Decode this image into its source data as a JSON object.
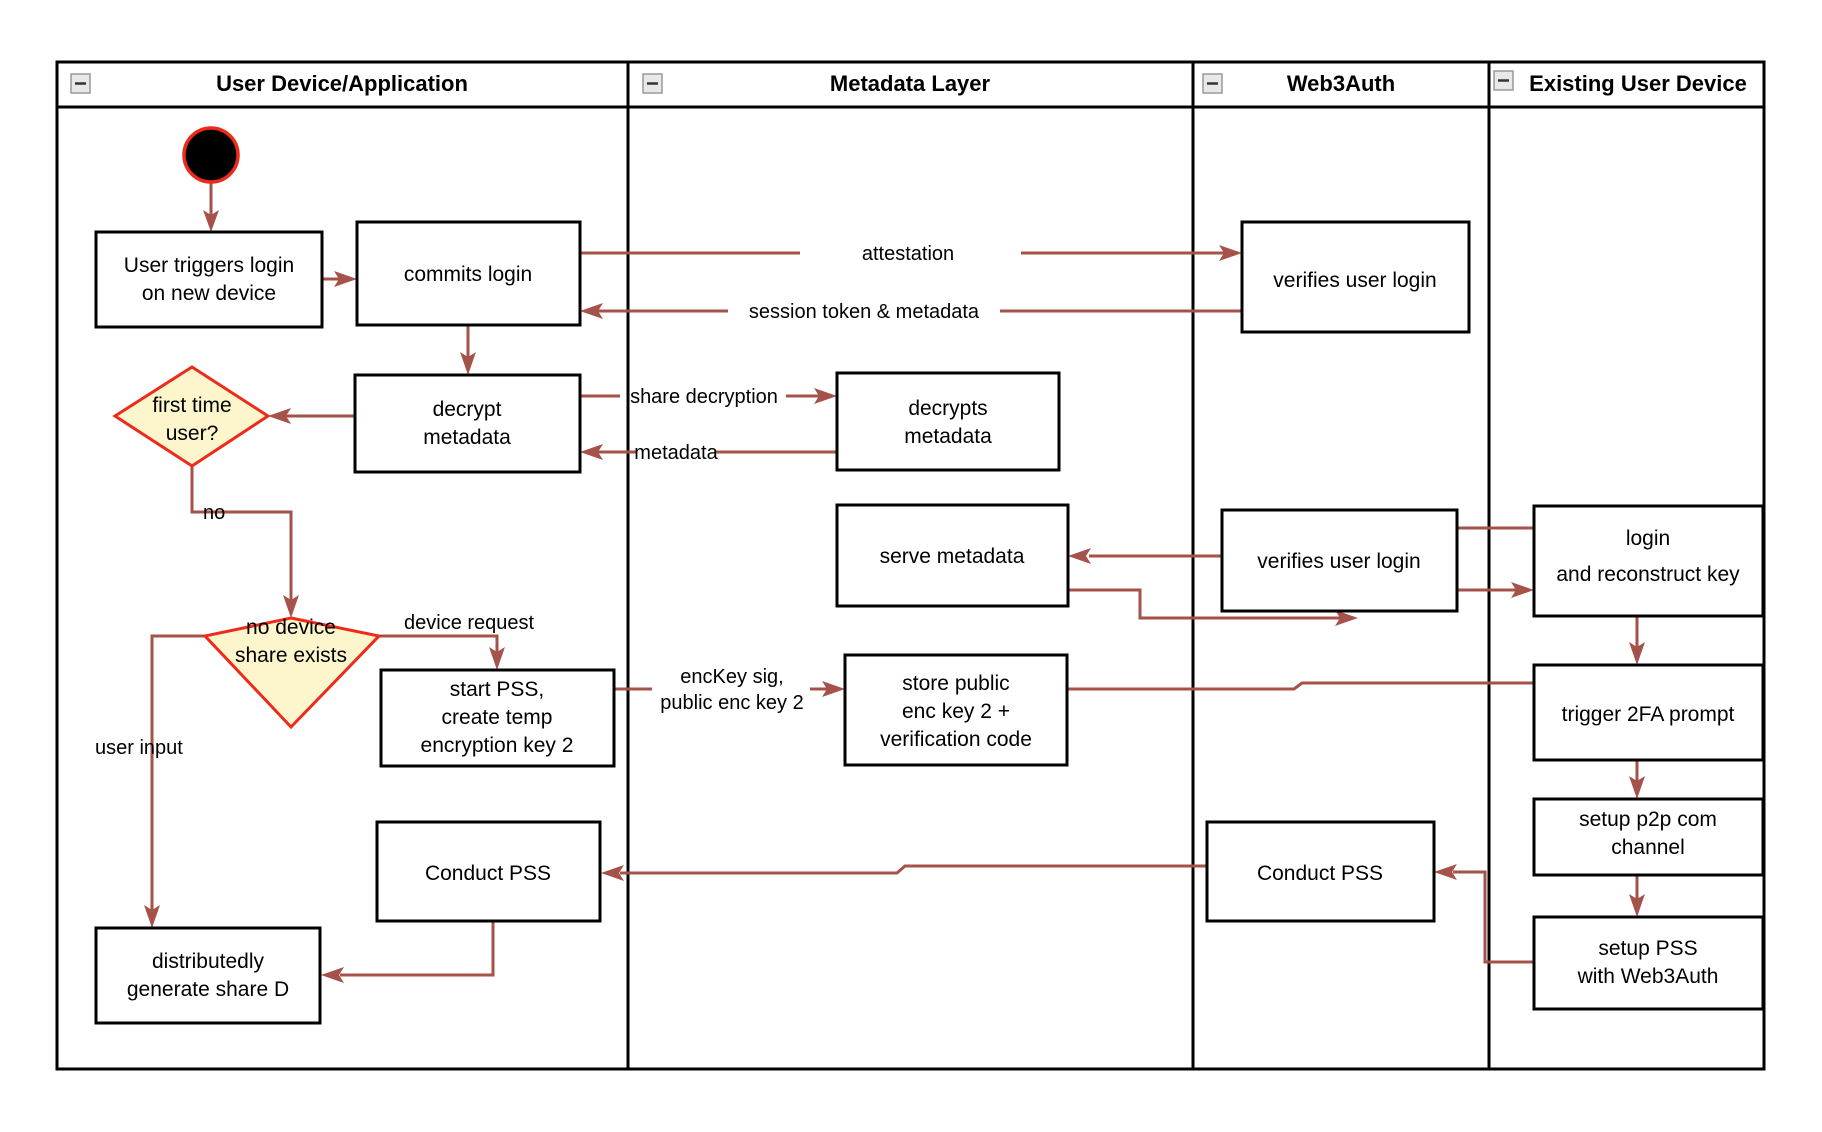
{
  "diagram": {
    "type": "swimlane-activity-flowchart",
    "title": "Web3Auth new device login and PSS flow",
    "colors": {
      "edge": "#a5524a",
      "node_border": "#000000",
      "node_fill": "#ffffff",
      "decision_fill": "#fdf6cc",
      "decision_border": "#ec2b1a",
      "start_fill": "#000000",
      "start_border": "#ec2b1a",
      "lane_border": "#000000",
      "background": "#ffffff"
    },
    "lanes": [
      {
        "id": "lane-user-device",
        "label": "User Device/Application",
        "collapse_icon": "minus-icon"
      },
      {
        "id": "lane-metadata",
        "label": "Metadata Layer",
        "collapse_icon": "minus-icon"
      },
      {
        "id": "lane-web3auth",
        "label": "Web3Auth",
        "collapse_icon": "minus-icon"
      },
      {
        "id": "lane-existing-device",
        "label": "Existing User Device",
        "collapse_icon": "minus-icon"
      }
    ],
    "nodes": [
      {
        "id": "start",
        "shape": "start-circle",
        "lane": "lane-user-device",
        "label": ""
      },
      {
        "id": "user-triggers-login",
        "shape": "rect",
        "lane": "lane-user-device",
        "label": "User triggers login\non new device",
        "lines": [
          "User triggers login",
          "on new device"
        ]
      },
      {
        "id": "commits-login",
        "shape": "rect",
        "lane": "lane-user-device",
        "label": "commits login",
        "lines": [
          "commits login"
        ]
      },
      {
        "id": "decrypt-metadata",
        "shape": "rect",
        "lane": "lane-user-device",
        "label": "decrypt\nmetadata",
        "lines": [
          "decrypt",
          "metadata"
        ]
      },
      {
        "id": "first-time-user",
        "shape": "diamond",
        "lane": "lane-user-device",
        "label": "first time\nuser?",
        "lines": [
          "first time",
          "user?"
        ]
      },
      {
        "id": "no-device-share-exists",
        "shape": "diamond",
        "lane": "lane-user-device",
        "label": "no device\nshare exists",
        "lines": [
          "no device",
          "share exists"
        ]
      },
      {
        "id": "start-pss-create-temp-key",
        "shape": "rect",
        "lane": "lane-user-device",
        "label": "start PSS,\ncreate temp\nencryption key 2",
        "lines": [
          "start PSS,",
          "create temp",
          "encryption key 2"
        ]
      },
      {
        "id": "conduct-pss-user",
        "shape": "rect",
        "lane": "lane-user-device",
        "label": "Conduct PSS",
        "lines": [
          "Conduct PSS"
        ]
      },
      {
        "id": "distributedly-generate-share-d",
        "shape": "rect",
        "lane": "lane-user-device",
        "label": "distributedly\ngenerate share D",
        "lines": [
          "distributedly",
          "generate share D"
        ]
      },
      {
        "id": "decrypts-metadata",
        "shape": "rect",
        "lane": "lane-metadata",
        "label": "decrypts\nmetadata",
        "lines": [
          "decrypts",
          "metadata"
        ]
      },
      {
        "id": "serve-metadata",
        "shape": "rect",
        "lane": "lane-metadata",
        "label": "serve metadata",
        "lines": [
          "serve metadata"
        ]
      },
      {
        "id": "store-public-enc-key",
        "shape": "rect",
        "lane": "lane-metadata",
        "label": "store public\nenc key 2 +\nverification code",
        "lines": [
          "store public",
          "enc key 2 +",
          "verification code"
        ]
      },
      {
        "id": "verifies-user-login-top",
        "shape": "rect",
        "lane": "lane-web3auth",
        "label": "verifies user login",
        "lines": [
          "verifies user login"
        ]
      },
      {
        "id": "verifies-user-login-mid",
        "shape": "rect",
        "lane": "lane-web3auth",
        "label": "verifies user login",
        "lines": [
          "verifies user login"
        ]
      },
      {
        "id": "conduct-pss-web3auth",
        "shape": "rect",
        "lane": "lane-web3auth",
        "label": "Conduct PSS",
        "lines": [
          "Conduct PSS"
        ]
      },
      {
        "id": "login-and-reconstruct-key",
        "shape": "rect",
        "lane": "lane-existing-device",
        "label": "login\nand reconstruct key",
        "lines": [
          "login",
          "and reconstruct key"
        ]
      },
      {
        "id": "trigger-2fa-prompt",
        "shape": "rect",
        "lane": "lane-existing-device",
        "label": "trigger 2FA prompt",
        "lines": [
          "trigger 2FA prompt"
        ]
      },
      {
        "id": "setup-p2p-com-channel",
        "shape": "rect",
        "lane": "lane-existing-device",
        "label": "setup p2p com\nchannel",
        "lines": [
          "setup p2p com",
          "channel"
        ]
      },
      {
        "id": "setup-pss-with-web3auth",
        "shape": "rect",
        "lane": "lane-existing-device",
        "label": "setup PSS\nwith Web3Auth",
        "lines": [
          "setup PSS",
          "with Web3Auth"
        ]
      }
    ],
    "edges": [
      {
        "id": "e-start-to-user-triggers",
        "from": "start",
        "to": "user-triggers-login",
        "label": ""
      },
      {
        "id": "e-user-triggers-to-commits",
        "from": "user-triggers-login",
        "to": "commits-login",
        "label": ""
      },
      {
        "id": "e-commits-to-verifies-top",
        "from": "commits-login",
        "to": "verifies-user-login-top",
        "label": "attestation"
      },
      {
        "id": "e-verifies-top-to-commits",
        "from": "verifies-user-login-top",
        "to": "commits-login",
        "label": "session token & metadata"
      },
      {
        "id": "e-commits-to-decrypt",
        "from": "commits-login",
        "to": "decrypt-metadata",
        "label": ""
      },
      {
        "id": "e-decrypt-to-decrypts",
        "from": "decrypt-metadata",
        "to": "decrypts-metadata",
        "label": "share decryption"
      },
      {
        "id": "e-decrypts-to-decrypt",
        "from": "decrypts-metadata",
        "to": "decrypt-metadata",
        "label": "metadata"
      },
      {
        "id": "e-decrypt-to-first-time",
        "from": "decrypt-metadata",
        "to": "first-time-user",
        "label": ""
      },
      {
        "id": "e-first-time-to-no-device",
        "from": "first-time-user",
        "to": "no-device-share-exists",
        "label": "no"
      },
      {
        "id": "e-no-device-to-start-pss",
        "from": "no-device-share-exists",
        "to": "start-pss-create-temp-key",
        "label": "device request"
      },
      {
        "id": "e-no-device-to-generate-share",
        "from": "no-device-share-exists",
        "to": "distributedly-generate-share-d",
        "label": "user input"
      },
      {
        "id": "e-start-pss-to-store-key",
        "from": "start-pss-create-temp-key",
        "to": "store-public-enc-key",
        "label": "encKey sig,\npublic enc key 2",
        "label_lines": [
          "encKey sig,",
          "public enc key 2"
        ]
      },
      {
        "id": "e-store-key-to-trigger-2fa",
        "from": "store-public-enc-key",
        "to": "trigger-2fa-prompt",
        "label": ""
      },
      {
        "id": "e-existing-login-to-verifies-mid",
        "from": "login-and-reconstruct-key",
        "to": "verifies-user-login-mid",
        "label": ""
      },
      {
        "id": "e-verifies-mid-to-existing-login",
        "from": "verifies-user-login-mid",
        "to": "login-and-reconstruct-key",
        "label": ""
      },
      {
        "id": "e-verifies-mid-to-serve-metadata",
        "from": "verifies-user-login-mid",
        "to": "serve-metadata",
        "label": ""
      },
      {
        "id": "e-serve-metadata-to-verifies-mid",
        "from": "serve-metadata",
        "to": "verifies-user-login-mid",
        "label": ""
      },
      {
        "id": "e-existing-login-to-trigger-2fa",
        "from": "login-and-reconstruct-key",
        "to": "trigger-2fa-prompt",
        "label": ""
      },
      {
        "id": "e-trigger-2fa-to-setup-p2p",
        "from": "trigger-2fa-prompt",
        "to": "setup-p2p-com-channel",
        "label": ""
      },
      {
        "id": "e-setup-p2p-to-setup-pss",
        "from": "setup-p2p-com-channel",
        "to": "setup-pss-with-web3auth",
        "label": ""
      },
      {
        "id": "e-setup-pss-to-conduct-pss-web3auth",
        "from": "setup-pss-with-web3auth",
        "to": "conduct-pss-web3auth",
        "label": ""
      },
      {
        "id": "e-conduct-pss-web3auth-to-conduct-pss-user",
        "from": "conduct-pss-web3auth",
        "to": "conduct-pss-user",
        "label": ""
      },
      {
        "id": "e-conduct-pss-user-to-generate-share",
        "from": "conduct-pss-user",
        "to": "distributedly-generate-share-d",
        "label": ""
      }
    ],
    "edge_labels": {
      "attestation": "attestation",
      "session_token": "session token & metadata",
      "share_decryption": "share decryption",
      "metadata": "metadata",
      "no": "no",
      "device_request": "device request",
      "user_input": "user input",
      "enc_key_line1": "encKey sig,",
      "enc_key_line2": "public enc key 2"
    }
  }
}
